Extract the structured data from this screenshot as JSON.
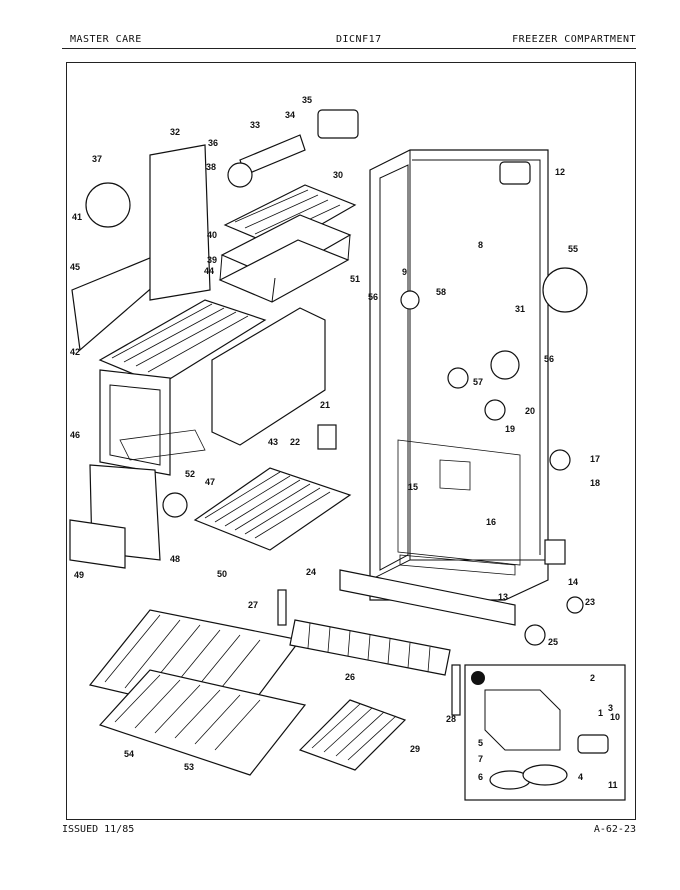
{
  "header": {
    "brand": "MASTER CARE",
    "model": "DICNF17",
    "section": "FREEZER COMPARTMENT"
  },
  "footer": {
    "issued": "ISSUED 11/85",
    "page_ref": "A-62-23"
  },
  "callouts": [
    "1",
    "2",
    "3",
    "4",
    "5",
    "6",
    "7",
    "8",
    "9",
    "10",
    "11",
    "12",
    "13",
    "14",
    "15",
    "16",
    "17",
    "18",
    "19",
    "20",
    "21",
    "22",
    "23",
    "24",
    "25",
    "26",
    "27",
    "28",
    "29",
    "30",
    "31",
    "32",
    "33",
    "34",
    "35",
    "36",
    "37",
    "38",
    "39",
    "40",
    "41",
    "42",
    "43",
    "44",
    "45",
    "46",
    "47",
    "48",
    "49",
    "50",
    "51",
    "52",
    "53",
    "54",
    "55",
    "56",
    "56",
    "57",
    "58"
  ]
}
